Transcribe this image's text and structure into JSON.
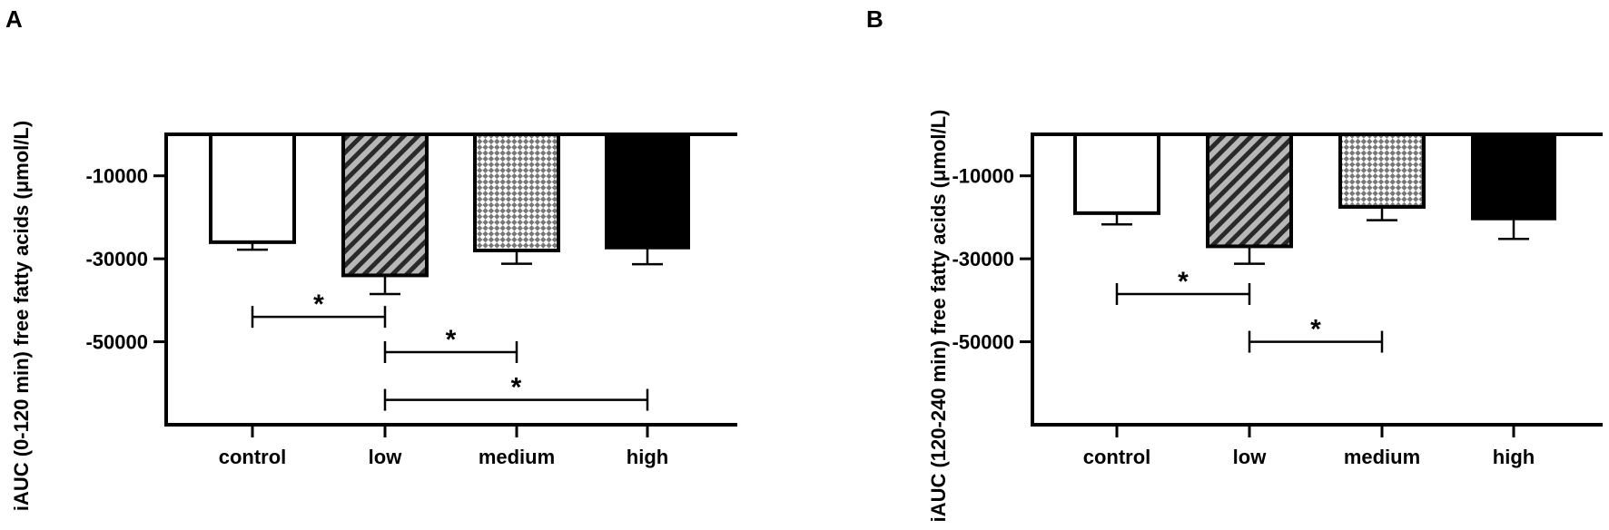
{
  "panels": [
    {
      "letter": "A"
    },
    {
      "letter": "B"
    }
  ],
  "chart_data": [
    {
      "panel": "A",
      "type": "bar",
      "ylabel": "iAUC (0-120 min) free fatty acids (μmol/L)",
      "xlabel": "",
      "categories": [
        "control",
        "low",
        "medium",
        "high"
      ],
      "values": [
        -26000,
        -34000,
        -28000,
        -27500
      ],
      "errors": [
        1800,
        4500,
        3200,
        3800
      ],
      "bar_patterns": [
        "none",
        "diagonal-stripes",
        "checkered",
        "solid-black"
      ],
      "ylim": [
        -70000,
        0
      ],
      "yticks": [
        -10000,
        -30000,
        -50000
      ],
      "ytick_labels": [
        "-10000",
        "-30000",
        "-50000"
      ],
      "grid": false,
      "legend": "none",
      "significance": [
        {
          "from": "control",
          "to": "low",
          "y": -44000,
          "label": "*"
        },
        {
          "from": "low",
          "to": "medium",
          "y": -52500,
          "label": "*"
        },
        {
          "from": "low",
          "to": "high",
          "y": -64000,
          "label": "*"
        }
      ]
    },
    {
      "panel": "B",
      "type": "bar",
      "ylabel": "iAUC (120-240 min) free fatty acids (μmol/L)",
      "xlabel": "",
      "categories": [
        "control",
        "low",
        "medium",
        "high"
      ],
      "values": [
        -19000,
        -27000,
        -17500,
        -20500
      ],
      "errors": [
        2700,
        4200,
        3200,
        4700
      ],
      "bar_patterns": [
        "none",
        "diagonal-stripes",
        "checkered",
        "solid-black"
      ],
      "ylim": [
        -70000,
        0
      ],
      "yticks": [
        -10000,
        -30000,
        -50000
      ],
      "ytick_labels": [
        "-10000",
        "-30000",
        "-50000"
      ],
      "grid": false,
      "legend": "none",
      "significance": [
        {
          "from": "control",
          "to": "low",
          "y": -38500,
          "label": "*"
        },
        {
          "from": "low",
          "to": "medium",
          "y": -50000,
          "label": "*"
        }
      ]
    }
  ]
}
